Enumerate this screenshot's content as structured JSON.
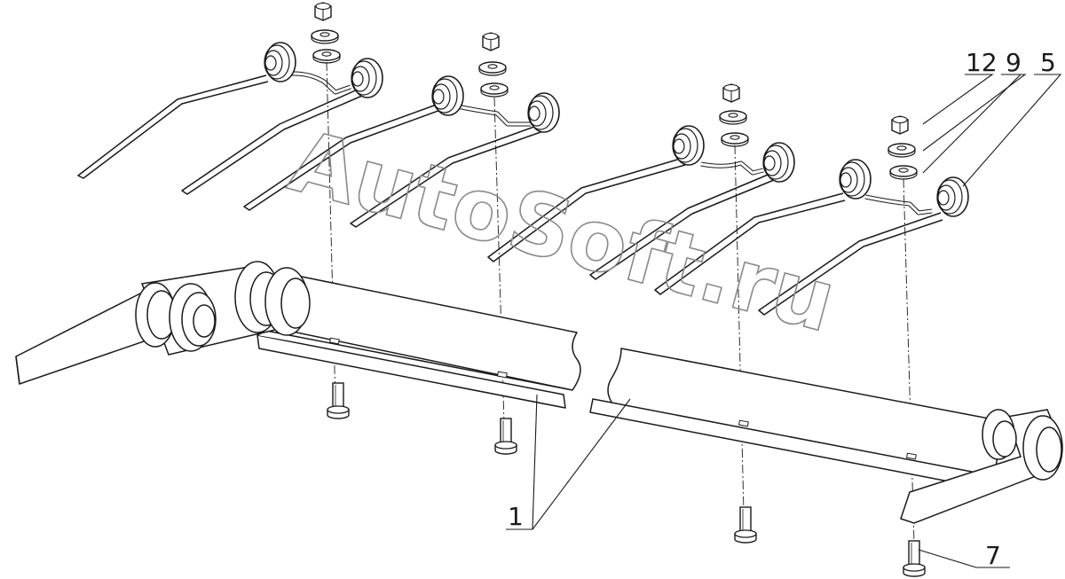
{
  "watermark": "AutoSoft.ru",
  "callouts": {
    "c12": "12",
    "c9": "9",
    "c5": "5",
    "c1": "1",
    "c7": "7"
  },
  "colors": {
    "line": "#1a1a1a",
    "watermark": "#8a8a8a",
    "background": "#ffffff"
  }
}
